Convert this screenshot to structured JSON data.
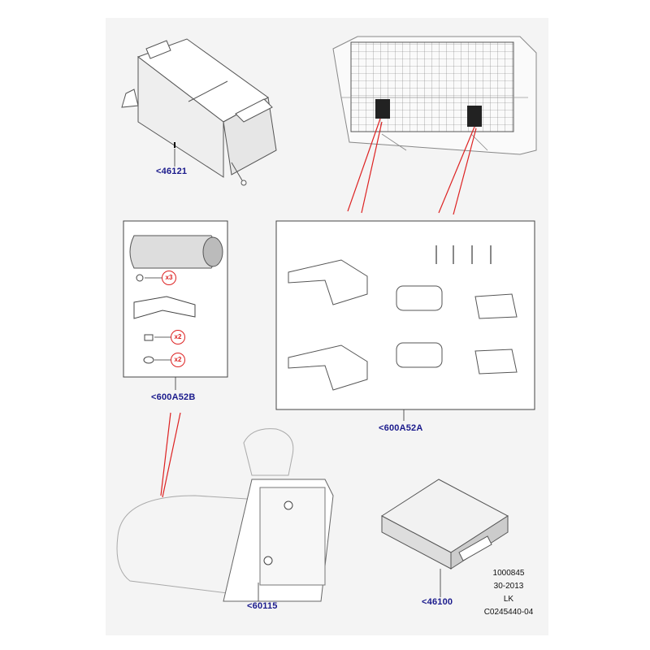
{
  "parts": {
    "storage_box": "<46121",
    "kit_b": "<600A52B",
    "kit_a": "<600A52A",
    "seat_back": "<60115",
    "case": "<46100"
  },
  "quantities": [
    "x3",
    "x2",
    "x2"
  ],
  "meta": {
    "line1": "1000845",
    "line2": "30-2013",
    "line3": "LK",
    "line4": "C0245440-04"
  },
  "colors": {
    "background": "#f4f4f4",
    "part_label": "#1a1a8c",
    "leader_red": "#d22222",
    "linework": "#555555"
  }
}
